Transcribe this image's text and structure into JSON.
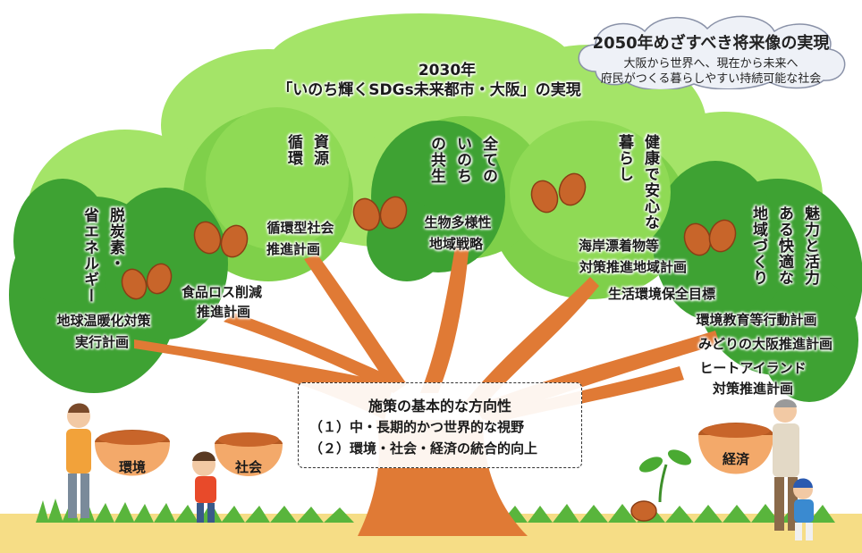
{
  "vision": {
    "title": "2050年めざすべき将来像の実現",
    "line1": "大阪から世界へ、現在から未来へ",
    "line2": "府民がつくる暮らしやすい持続可能な社会"
  },
  "goal": {
    "year": "2030年",
    "text": "「いのち輝くSDGs未来都市・大阪」の実現"
  },
  "themes": {
    "decarbon": [
      "脱炭素・",
      "省エネルギー"
    ],
    "resources": [
      "資源",
      "循環"
    ],
    "coexistence": [
      "全ての",
      "いのち",
      "の共生"
    ],
    "health": [
      "健康で安心な",
      "暮らし"
    ],
    "community": [
      "魅力と活力",
      "ある快適な",
      "地域づくり"
    ]
  },
  "plans": {
    "recycling": [
      "循環型社会",
      "推進計画"
    ],
    "food_loss": [
      "食品ロス削減",
      "推進計画"
    ],
    "warming": [
      "地球温暖化対策",
      "実行計画"
    ],
    "biodiversity": [
      "生物多様性",
      "地域戦略"
    ],
    "drift": [
      "海岸漂着物等",
      "対策推進地域計画"
    ],
    "living_env": "生活環境保全目標",
    "education": "環境教育等行動計画",
    "midori": "みどりの大阪推進計画",
    "heat_island": [
      "ヒートアイランド",
      "対策推進計画"
    ]
  },
  "policy": {
    "title": "施策の基本的な方向性",
    "item1": "（１）中・長期的かつ世界的な視野",
    "item2": "（２）環境・社会・経済の統合的向上"
  },
  "baskets": {
    "environment": "環境",
    "society": "社会",
    "economy": "経済"
  },
  "colors": {
    "canopy_light": "#9be15a",
    "canopy_mid": "#6cc23a",
    "canopy_dark": "#3fa032",
    "trunk": "#e07a35",
    "nut": "#c8652a",
    "ground": "#f5d77a",
    "grass": "#58b43a"
  }
}
